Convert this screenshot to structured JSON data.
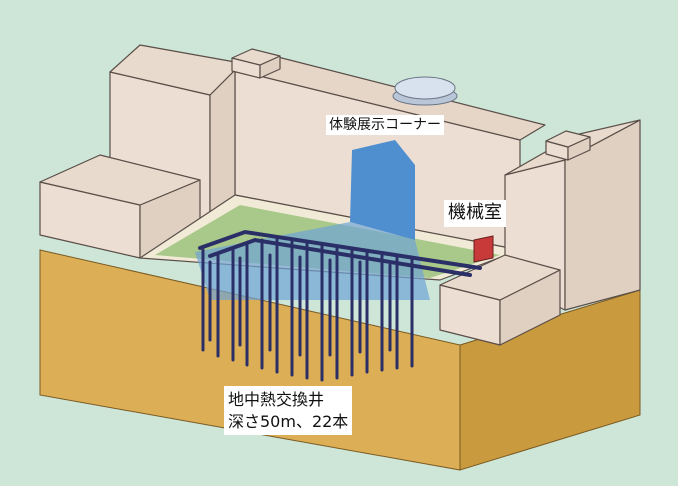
{
  "labels": {
    "exhibit_corner": "体験展示コーナー",
    "machine_room": "機械室",
    "well_line1": "地中熱交換井",
    "well_line2": "深さ50m、22本"
  },
  "colors": {
    "background": "#cde6d8",
    "ground_front": "#dcae55",
    "ground_side": "#c99a3e",
    "ground_top": "#e6c06a",
    "building_light": "#ecded2",
    "building_shade": "#dfd0c2",
    "building_outline": "#5a4e48",
    "blue_volume": "#4f8fd0",
    "pool_green": "#a9c98b",
    "machine_room_red": "#c83a3a",
    "well_pipe": "#2b2f68"
  }
}
